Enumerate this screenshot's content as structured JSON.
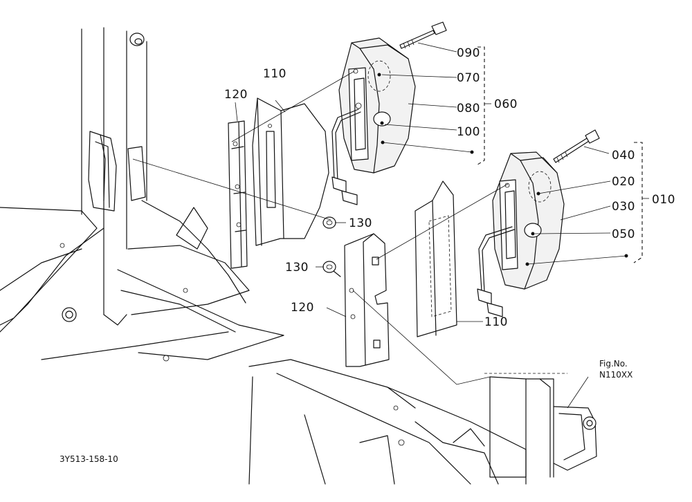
{
  "callouts": {
    "c090": "090",
    "c070": "070",
    "c080": "080",
    "c060": "060",
    "c100": "100",
    "c110_top": "110",
    "c120_top": "120",
    "c130_top": "130",
    "c040": "040",
    "c020": "020",
    "c010": "010",
    "c030": "030",
    "c050": "050",
    "c130_bottom": "130",
    "c120_bottom": "120",
    "c110_bottom": "110"
  },
  "figure_ref": {
    "label": "Fig.No.",
    "number": "N110XX"
  },
  "drawing_code": "3Y513-158-10"
}
